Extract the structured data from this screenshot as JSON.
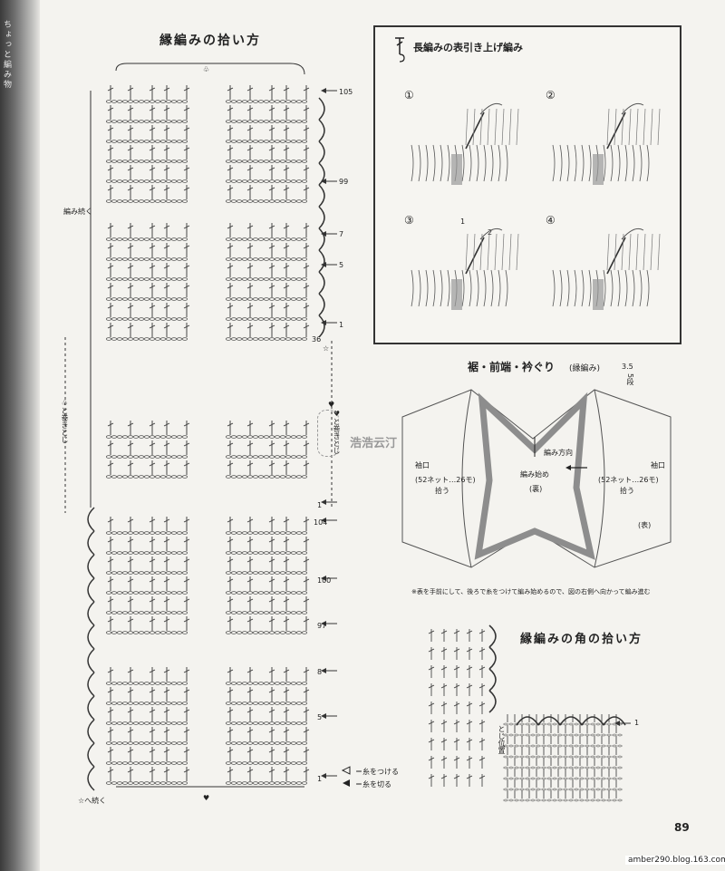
{
  "spine": {
    "text": "ちょっと編み物"
  },
  "left": {
    "title": "縁編みの拾い方",
    "top_marker": "♧",
    "label_continue": "編み続く",
    "label_side": "♧と巻きとじ",
    "label_continue_bottom": "☆へ続く",
    "bottom_marker": "♥",
    "row_numbers_top": [
      "105",
      "99",
      "7",
      "5",
      "1",
      "36"
    ],
    "row_numbers_bottom": [
      "1",
      "104",
      "100",
      "97",
      "8",
      "5",
      "1"
    ],
    "mid_star": "☆",
    "mid_heart": "♥",
    "mid_side": "♥と巻きとじ",
    "legend_attach": "＝糸をつける",
    "legend_cut": "＝糸を切る"
  },
  "panel": {
    "title": "長編みの表引き上げ編み",
    "steps": [
      "①",
      "②",
      "③",
      "④"
    ],
    "arrow_labels": [
      "1",
      "2"
    ]
  },
  "diagram": {
    "title": "裾・前端・衿ぐり",
    "title_sub": "(縁編み)",
    "dim_top": "3.5",
    "dim_rows": "5段",
    "sleeve_left": "袖口",
    "sleeve_right": "袖口",
    "pick_left": "(52ネット…26モ)",
    "pick_left2": "拾う",
    "pick_right": "(52ネット…26モ)",
    "pick_right2": "拾う",
    "direction": "編み方向",
    "start": "編み始め",
    "back": "(裏)",
    "front": "(表)",
    "note": "※表を手前にして、後ろで糸をつけて編み始めるので、図の右側へ向かって編み進む"
  },
  "corner": {
    "title": "縁編みの角の拾い方",
    "side_label": "とじ位置",
    "row1": "1"
  },
  "watermark": {
    "text": "浩浩云汀"
  },
  "page_number": "89",
  "url": "amber290.blog.163.com"
}
